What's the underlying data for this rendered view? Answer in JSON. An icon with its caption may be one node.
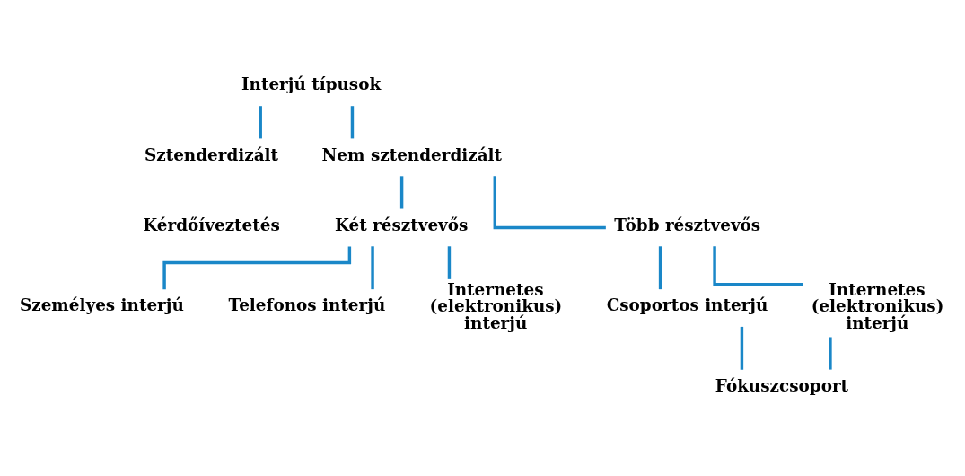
{
  "diagram": {
    "nodes": [
      {
        "text": [
          "Interjú típusok"
        ]
      },
      {
        "text": [
          "Sztenderdizált"
        ],
        "beside": [
          "Kérdőíveztetés"
        ]
      },
      {
        "text": [
          "Nem sztenderdizált"
        ]
      },
      {
        "text": [
          "Két résztvevős"
        ]
      },
      {
        "text": [
          "Több résztvevős"
        ]
      },
      {
        "text": [
          "Személyes interjú"
        ]
      },
      {
        "text": [
          "Telefonos interjú"
        ]
      },
      {
        "text": [
          "Internetes (elektronikus) interjú"
        ]
      },
      {
        "text": [
          "Csoportos interjú"
        ]
      },
      {
        "text": [
          "Internetes (elektronikus) interjú"
        ]
      },
      {
        "text": [
          "Fókuszcsoport"
        ]
      }
    ],
    "edges": [
      {
        "from": 0,
        "to": 1,
        "arrow": "none"
      },
      {
        "from": 0,
        "to": 2,
        "arrow": "none"
      },
      {
        "from": 2,
        "to": 3,
        "arrow": "none"
      },
      {
        "from": 2,
        "to": 4,
        "arrow": "none"
      },
      {
        "from": 3,
        "to": 5,
        "arrow": "none"
      },
      {
        "from": 3,
        "to": 6,
        "arrow": "none"
      },
      {
        "from": 3,
        "to": 7,
        "arrow": "none"
      },
      {
        "from": 4,
        "to": 8,
        "arrow": "none"
      },
      {
        "from": 4,
        "to": 9,
        "arrow": "none"
      },
      {
        "from": 8,
        "to": 10,
        "arrow": "none"
      },
      {
        "from": 9,
        "to": 10,
        "arrow": "none"
      }
    ]
  }
}
